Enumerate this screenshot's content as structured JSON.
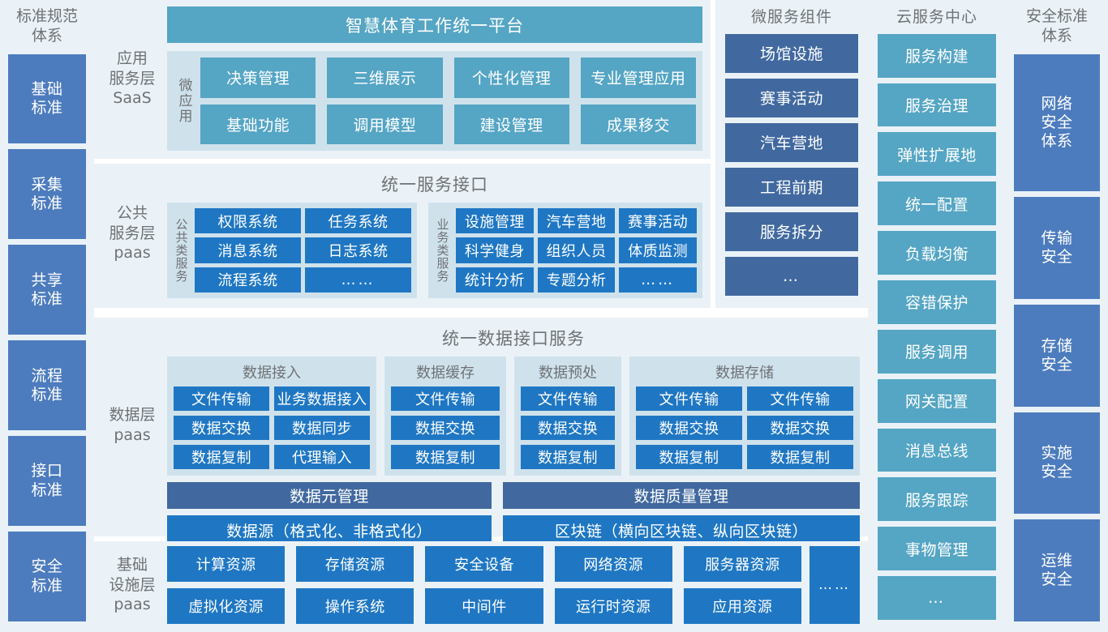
{
  "left_sidebar": {
    "title": "标准规范\n体系",
    "title_lines": [
      "标准规范",
      "体系"
    ],
    "items": [
      {
        "label": "基础\n标准"
      },
      {
        "label": "采集\n标准"
      },
      {
        "label": "共享\n标准"
      },
      {
        "label": "流程\n标准"
      },
      {
        "label": "接口\n标准"
      },
      {
        "label": "安全\n标准"
      }
    ]
  },
  "right_sidebar": {
    "title_lines": [
      "安全标准",
      "体系"
    ],
    "items": [
      {
        "label": "网络\n安全\n体系"
      },
      {
        "label": "传输\n安全"
      },
      {
        "label": "存储\n安全"
      },
      {
        "label": "实施\n安全"
      },
      {
        "label": "运维\n安全"
      }
    ]
  },
  "application_layer": {
    "layer_label_lines": [
      "应用",
      "服务层",
      "SaaS"
    ],
    "banner": "智慧体育工作统一平台",
    "group_label": "微应用",
    "apps": [
      "决策管理",
      "三维展示",
      "个性化管理",
      "专业管理应用",
      "基础功能",
      "调用模型",
      "建设管理",
      "成果移交"
    ]
  },
  "public_service_layer": {
    "layer_label_lines": [
      "公共",
      "服务层",
      "paas"
    ],
    "section_title": "统一服务接口",
    "groups": [
      {
        "label": "公共类服务",
        "items": [
          "权限系统",
          "任务系统",
          "消息系统",
          "日志系统",
          "流程系统",
          "……"
        ]
      },
      {
        "label": "业务类服务",
        "items": [
          "设施管理",
          "汽车营地",
          "赛事活动",
          "科学健身",
          "组织人员",
          "体质监测",
          "统计分析",
          "专题分析",
          "……"
        ]
      }
    ]
  },
  "data_layer": {
    "layer_label_lines": [
      "数据层",
      "paas"
    ],
    "section_title": "统一数据接口服务",
    "groups": [
      {
        "title": "数据接入",
        "columns": 2,
        "items": [
          "文件传输",
          "业务数据接入",
          "数据交换",
          "数据同步",
          "数据复制",
          "代理输入"
        ]
      },
      {
        "title": "数据缓存",
        "columns": 1,
        "items": [
          "文件传输",
          "数据交换",
          "数据复制"
        ]
      },
      {
        "title": "数据预处",
        "columns": 1,
        "items": [
          "文件传输",
          "数据交换",
          "数据复制"
        ]
      },
      {
        "title": "数据存储",
        "columns": 2,
        "items": [
          "文件传输",
          "文件传输",
          "数据交换",
          "数据交换",
          "数据复制",
          "数据复制"
        ]
      }
    ],
    "management_bars": [
      {
        "label": "数据元管理",
        "style": "slate"
      },
      {
        "label": "数据质量管理",
        "style": "slate"
      }
    ],
    "source_bars": [
      {
        "label": "数据源（格式化、非格式化）",
        "style": "blue"
      },
      {
        "label": "区块链（横向区块链、纵向区块链）",
        "style": "blue"
      }
    ]
  },
  "infrastructure_layer": {
    "layer_label_lines": [
      "基础",
      "设施层",
      "paas"
    ],
    "items": [
      "计算资源",
      "存储资源",
      "安全设备",
      "网络资源",
      "服务器资源",
      "虚拟化资源",
      "操作系统",
      "中间件",
      "运行时资源",
      "应用资源"
    ],
    "more_label": "……"
  },
  "microservice_panel": {
    "title": "微服务组件",
    "items": [
      "场馆设施",
      "赛事活动",
      "汽车营地",
      "工程前期",
      "服务拆分",
      "…"
    ]
  },
  "cloud_panel": {
    "title": "云服务中心",
    "items": [
      "服务构建",
      "服务治理",
      "弹性扩展地",
      "统一配置",
      "负载均衡",
      "容错保护",
      "服务调用",
      "网关配置",
      "消息总线",
      "服务跟踪",
      "事物管理",
      "…"
    ]
  },
  "colors": {
    "panel_bg": "#eaf2f7",
    "group_bg": "#cfe2ec",
    "teal": "#55a5c4",
    "blue": "#1f77c4",
    "slate": "#41699f",
    "sidebar_blue": "#4d7cbe",
    "text_gray": "#6f7275"
  }
}
